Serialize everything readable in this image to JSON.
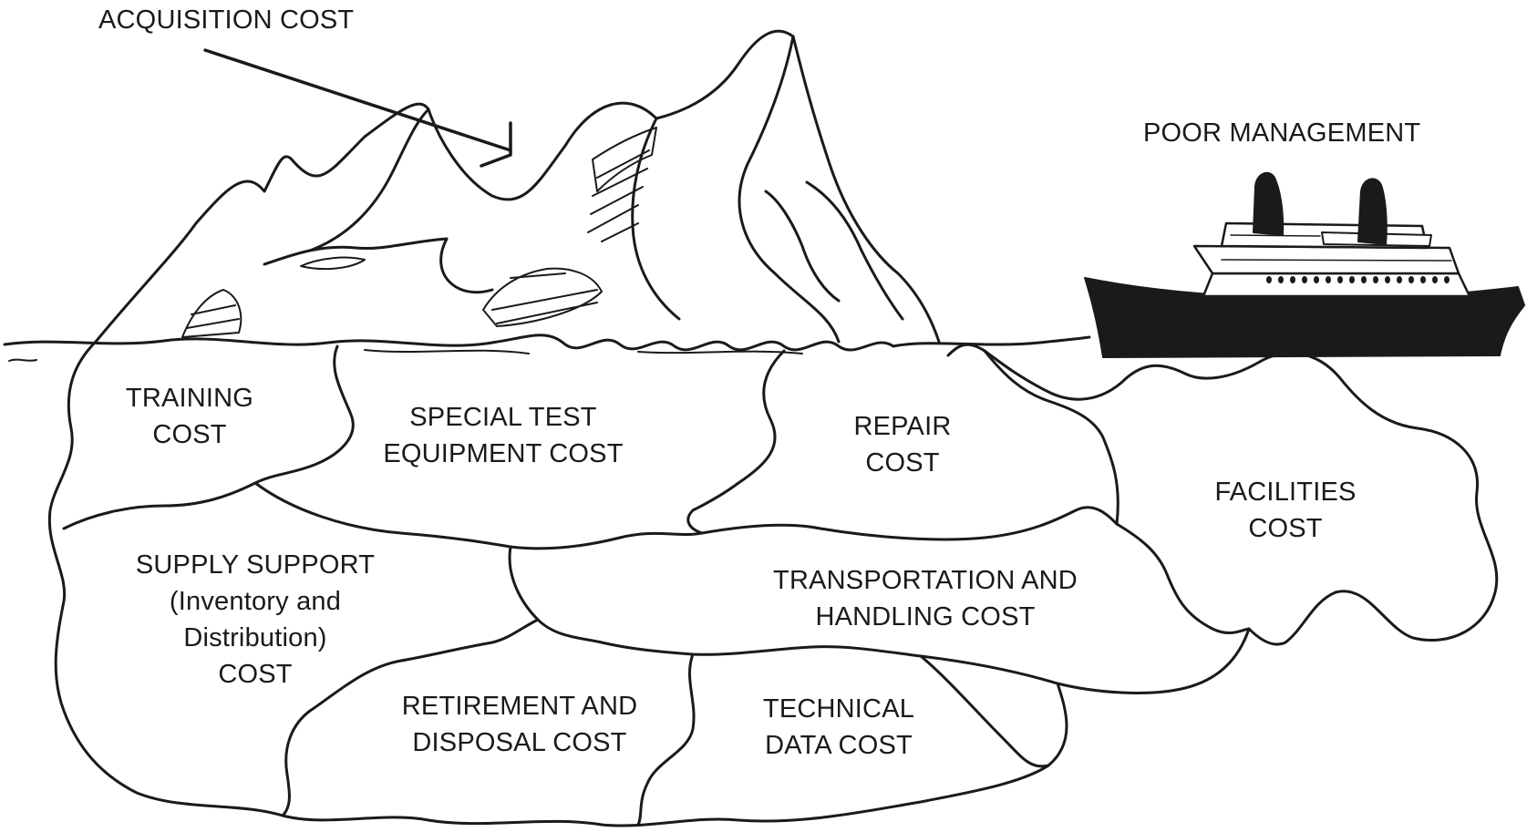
{
  "labels": {
    "acquisition": [
      "ACQUISITION COST"
    ],
    "poor_management": [
      "POOR MANAGEMENT"
    ],
    "training": [
      "TRAINING",
      "COST"
    ],
    "special_test": [
      "SPECIAL TEST",
      "EQUIPMENT COST"
    ],
    "repair": [
      "REPAIR",
      "COST"
    ],
    "facilities": [
      "FACILITIES",
      "COST"
    ],
    "supply_support": [
      "SUPPLY SUPPORT",
      "(Inventory and",
      "Distribution)",
      "COST"
    ],
    "transportation": [
      "TRANSPORTATION AND",
      "HANDLING COST"
    ],
    "retirement": [
      "RETIREMENT AND",
      "DISPOSAL COST"
    ],
    "technical_data": [
      "TECHNICAL",
      "DATA COST"
    ]
  },
  "colors": {
    "ink": "#1a1a1a",
    "background": "#ffffff"
  }
}
